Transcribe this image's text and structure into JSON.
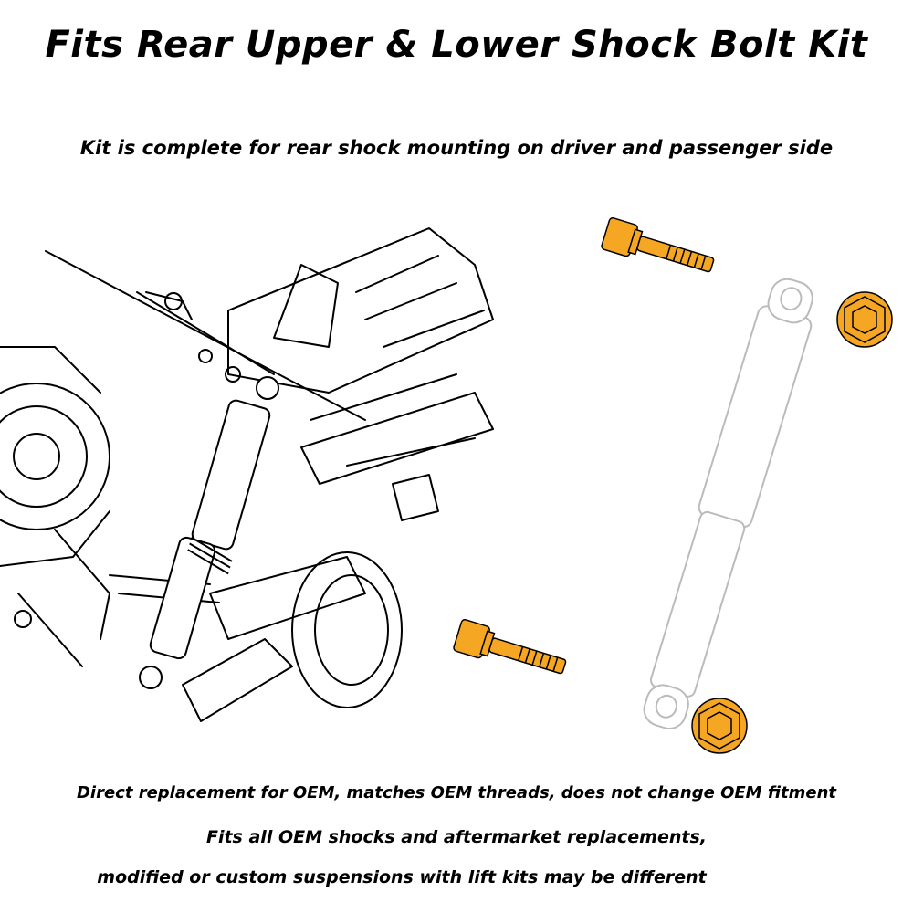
{
  "title": "Fits Rear Upper & Lower Shock Bolt Kit",
  "subtitle": "Kit is complete for rear shock mounting on driver and passenger side",
  "bullets": [
    "Direct replacement for OEM, matches OEM threads, does not change OEM fitment",
    "Fits all OEM shocks and aftermarket replacements,",
    "modified or custom suspensions with lift kits may be different"
  ],
  "colors": {
    "hardware": "#F5A623",
    "outline": "#000000",
    "shock_line": "#BBBBBB"
  }
}
